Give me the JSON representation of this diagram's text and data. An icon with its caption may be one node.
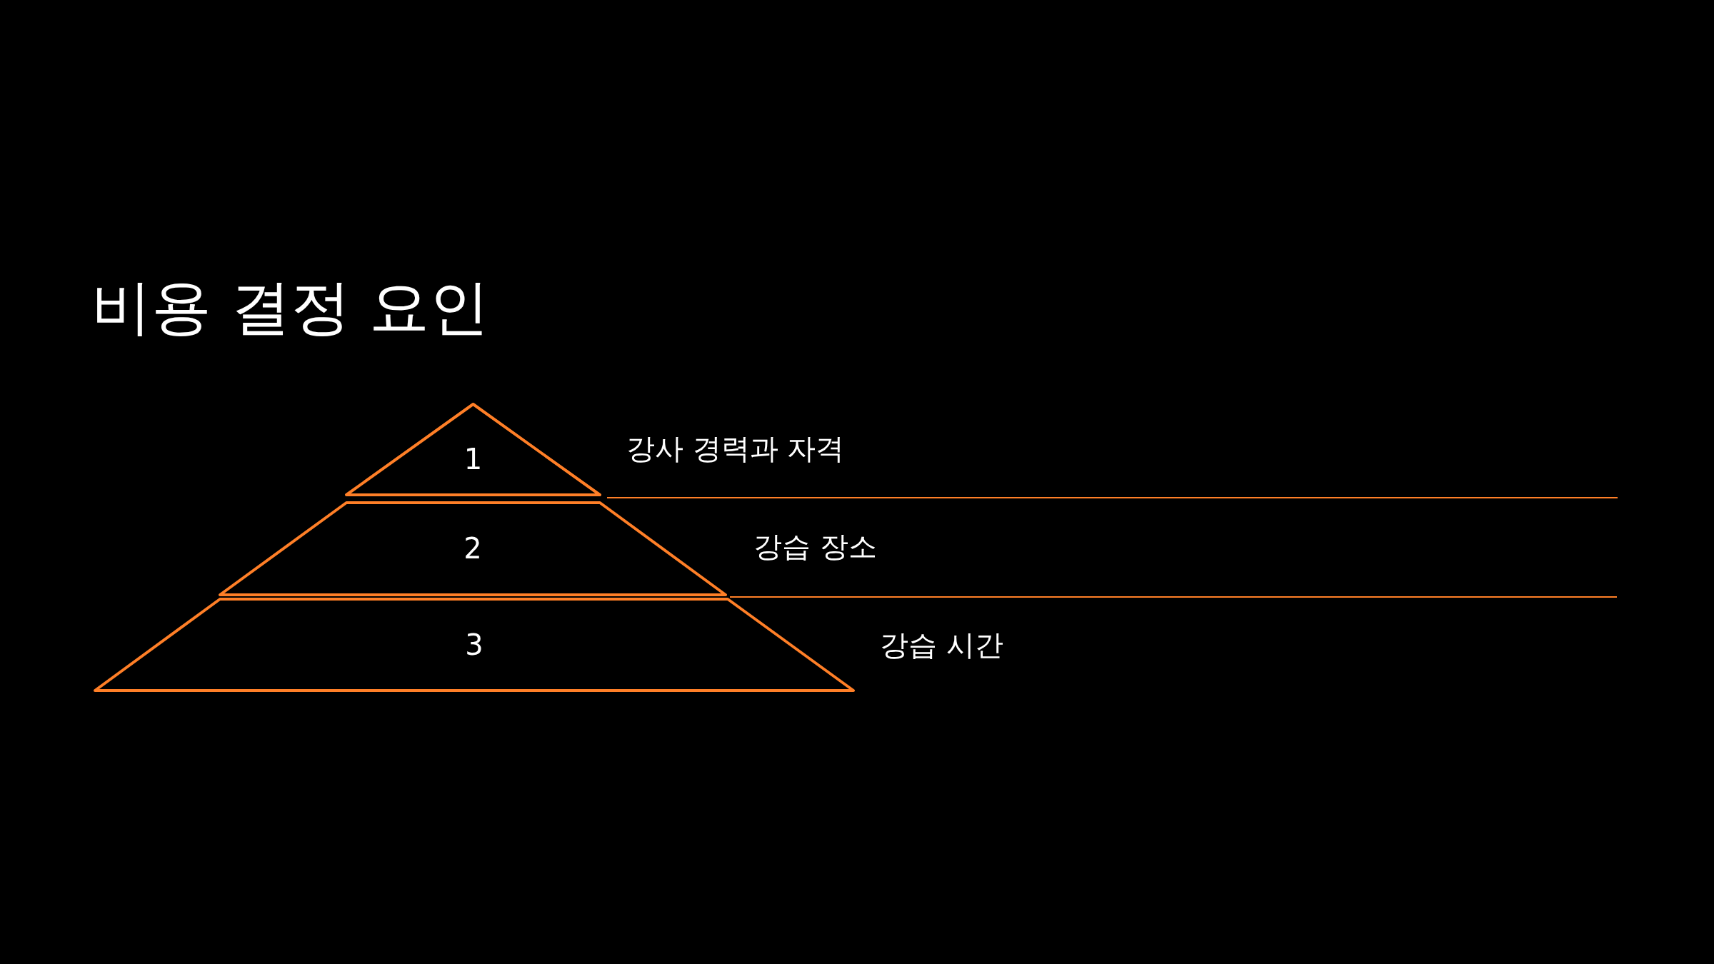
{
  "diagram": {
    "title": "비용 결정 요인",
    "nodes": [
      {
        "text": [
          "1"
        ],
        "beside": [
          "강사 경력과 자격"
        ]
      },
      {
        "text": [
          "2"
        ],
        "beside": [
          "강습 장소"
        ]
      },
      {
        "text": [
          "3"
        ],
        "beside": [
          "강습 시간"
        ]
      }
    ],
    "edges": []
  }
}
